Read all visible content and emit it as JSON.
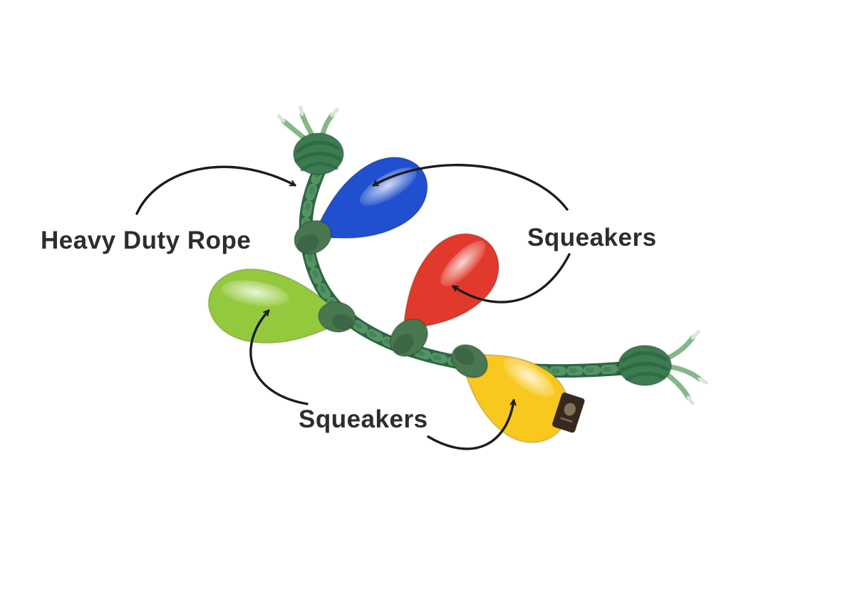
{
  "annotations": {
    "heavy_duty_rope": {
      "label": "Heavy Duty Rope"
    },
    "squeakers_top": {
      "label": "Squeakers"
    },
    "squeakers_bottom": {
      "label": "Squeakers"
    }
  },
  "product": {
    "bulb_colors": {
      "blue": "#2050cf",
      "red": "#e13a2c",
      "green": "#95c93d",
      "yellow": "#f9c81f"
    },
    "rope": {
      "dark": "#2c6742",
      "mid": "#3d7b50",
      "light": "#5d9c6b",
      "fray": "#86b788",
      "fray_tip": "#d8e8d4"
    },
    "socket_color": "#49774f",
    "socket_dark": "#3a6242",
    "tag_color": "#37281d",
    "tag_mark": "#8a7a62"
  },
  "style": {
    "arrow_color": "#1c1c1c",
    "text_color": "#2d2d2d",
    "background": "#ffffff"
  }
}
